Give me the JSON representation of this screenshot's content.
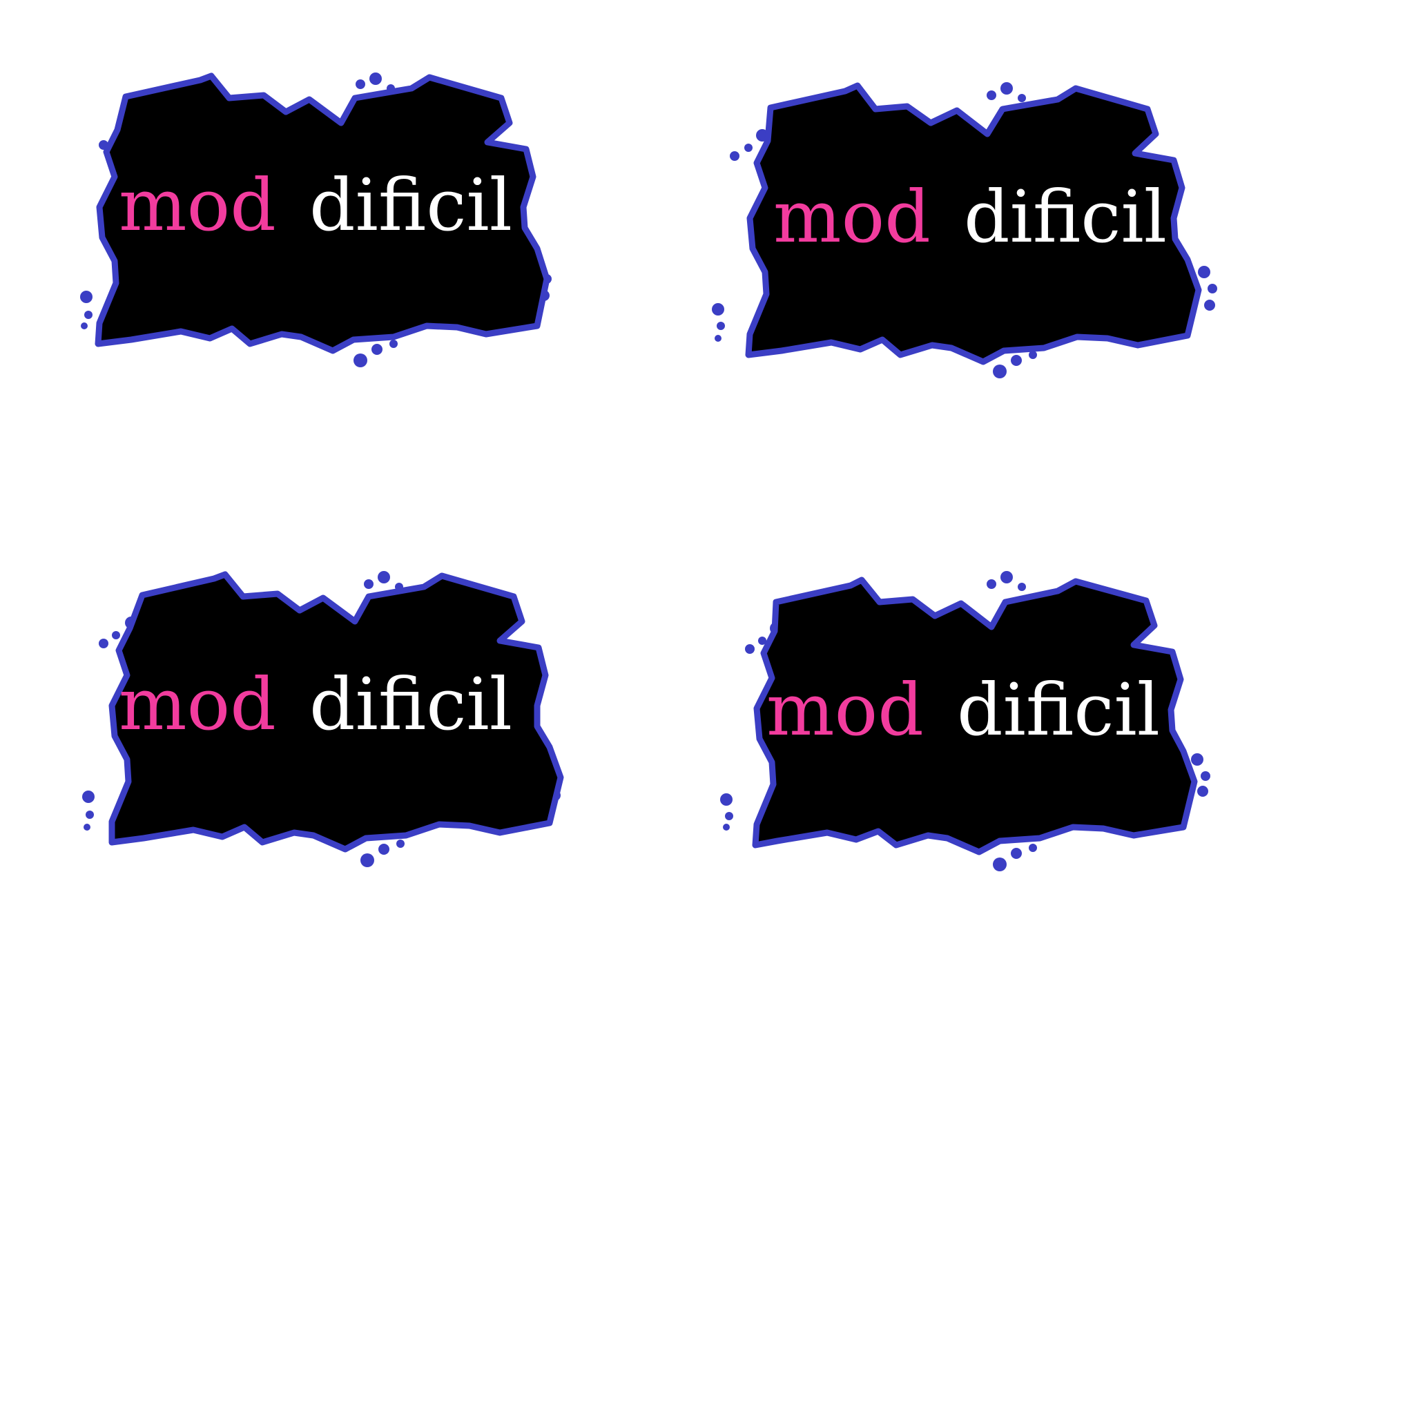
{
  "sprites": [
    {
      "word_pink": "mod",
      "word_white": "dificil"
    },
    {
      "word_pink": "mod",
      "word_white": "dificil"
    },
    {
      "word_pink": "mod",
      "word_white": "dificil"
    },
    {
      "word_pink": "mod",
      "word_white": "dificil"
    }
  ],
  "colors": {
    "background": "#ffffff",
    "splat_fill": "#000000",
    "splat_outline": "#3b3ec4",
    "word_pink": "#f23c9e",
    "word_white": "#ffffff"
  }
}
